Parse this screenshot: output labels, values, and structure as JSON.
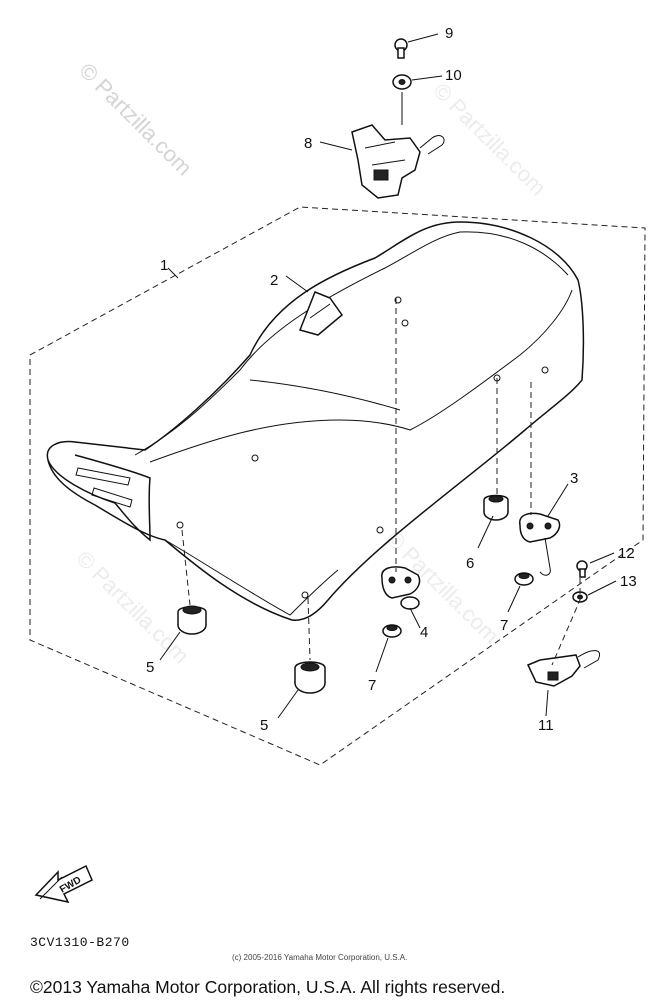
{
  "watermarks": {
    "main": "© Partzilla.com",
    "faint": "© Partzilla.com"
  },
  "callouts": {
    "c1": "1",
    "c2": "2",
    "c3": "3",
    "c4": "4",
    "c5a": "5",
    "c5b": "5",
    "c6": "6",
    "c7a": "7",
    "c7b": "7",
    "c8": "8",
    "c9": "9",
    "c10": "10",
    "c11": "11",
    "c12": "12",
    "c13": "13"
  },
  "fwd_label": "FWD",
  "diagram_code": "3CV1310-B270",
  "small_copyright": "(c) 2005-2016 Yamaha Motor Corporation, U.S.A.",
  "footer_copyright": "©2013 Yamaha Motor Corporation, U.S.A. All rights reserved."
}
